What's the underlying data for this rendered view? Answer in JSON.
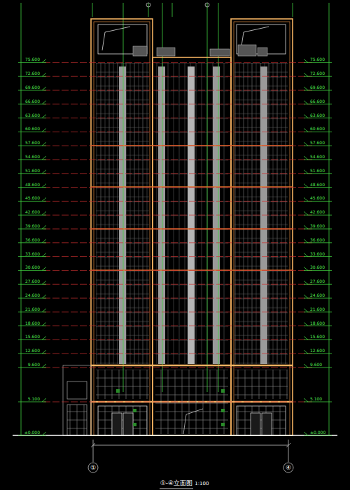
{
  "diagram": {
    "title": "①-④立面图",
    "labels": [
      "±0.000",
      "5.100",
      "9.600",
      "12.600",
      "15.600",
      "18.600",
      "21.600",
      "24.600",
      "27.600",
      "30.600",
      "33.600",
      "36.600",
      "39.600",
      "42.600",
      "45.600",
      "48.600",
      "51.600",
      "54.600",
      "57.600",
      "60.600",
      "63.600",
      "66.600",
      "69.600",
      "72.600",
      "75.600",
      "±0.000",
      "5.100",
      "9.600",
      "12.600",
      "15.600",
      "18.600",
      "21.600",
      "24.600",
      "27.600",
      "30.600",
      "33.600",
      "36.600",
      "39.600",
      "42.600",
      "45.600",
      "48.600",
      "51.600",
      "54.600",
      "57.600",
      "60.600",
      "63.600",
      "66.600",
      "69.600",
      "72.600",
      "75.600",
      "①",
      "④",
      "1:100"
    ]
  }
}
